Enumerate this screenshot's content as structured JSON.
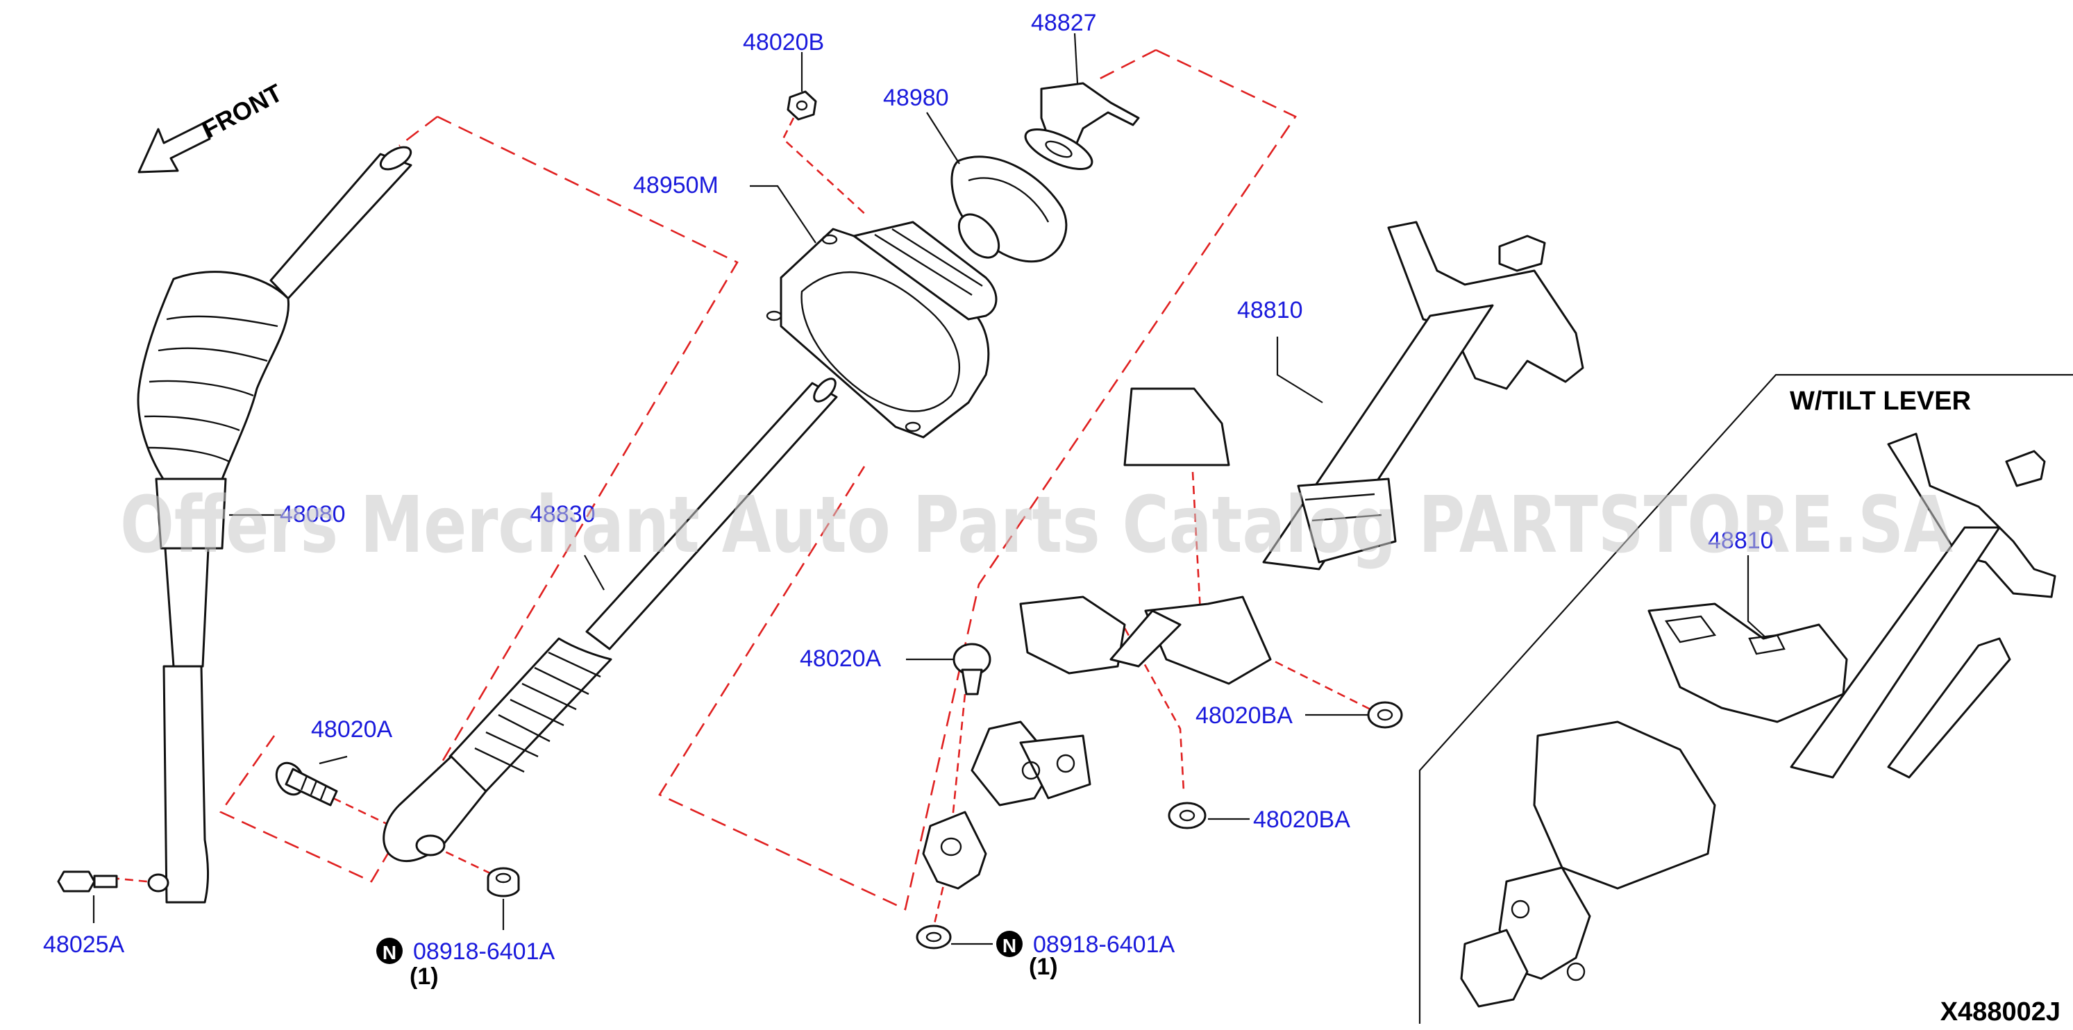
{
  "labels": {
    "p48020B": "48020B",
    "p48827": "48827",
    "p48980": "48980",
    "p48950M": "48950M",
    "p48810": "48810",
    "p48080": "48080",
    "p48830": "48830",
    "p48020A_top": "48020A",
    "p48020A_left": "48020A",
    "p48020BA_right": "48020BA",
    "p48020BA_low": "48020BA",
    "p48025A": "48025A",
    "p08918_left": "08918-6401A",
    "p08918_right": "08918-6401A",
    "qty_left": "(1)",
    "qty_right": "(1)",
    "n_left": "N",
    "n_right": "N",
    "p48810_tilt": "48810"
  },
  "front_label": "FRONT",
  "tilt_header": "W/TILT LEVER",
  "diagram_code": "X488002J",
  "watermark": "Offers Merchant Auto Parts Catalog PARTSTORE.SA",
  "colors": {
    "label": "#1a1adc",
    "dashed": "#e02020",
    "line": "#111111"
  }
}
